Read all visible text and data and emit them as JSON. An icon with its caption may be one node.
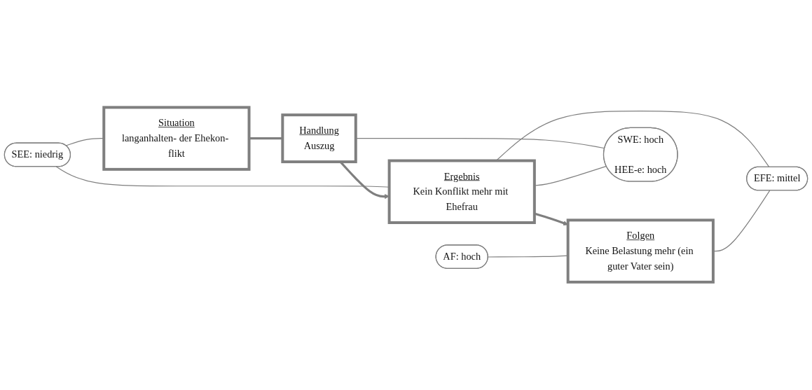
{
  "diagram": {
    "nodes": [
      {
        "text": [
          "SEE: niedrig"
        ]
      },
      {
        "text": [
          "AF: hoch"
        ]
      },
      {
        "text": [
          "Situation",
          "langanhalten- der Ehekon- flikt"
        ]
      },
      {
        "text": [
          "Handlung",
          "Auszug"
        ]
      },
      {
        "text": [
          "Ergebnis",
          "Kein Konflikt mehr mit Ehefrau"
        ]
      },
      {
        "text": [
          "Folgen",
          "Keine Belastung mehr (ein guter Vater sein)"
        ]
      },
      {
        "text": [
          "SWE: hoch",
          "HEE-e: hoch"
        ]
      },
      {
        "text": [
          "EFE: mittel"
        ]
      }
    ],
    "edges": [
      {
        "from": 0,
        "to": 2,
        "arrow": "none"
      },
      {
        "from": 0,
        "to": 4,
        "arrow": "none"
      },
      {
        "from": 2,
        "to": 3,
        "arrow": "none",
        "style": "thick"
      },
      {
        "from": 3,
        "to": 4,
        "arrow": "to",
        "style": "thick"
      },
      {
        "from": 4,
        "to": 5,
        "arrow": "to",
        "style": "thick"
      },
      {
        "from": 1,
        "to": 5,
        "arrow": "none"
      },
      {
        "from": 3,
        "to": 6,
        "arrow": "none"
      },
      {
        "from": 4,
        "to": 6,
        "arrow": "none"
      },
      {
        "from": 4,
        "to": 7,
        "arrow": "none"
      },
      {
        "from": 5,
        "to": 7,
        "arrow": "none"
      }
    ]
  }
}
